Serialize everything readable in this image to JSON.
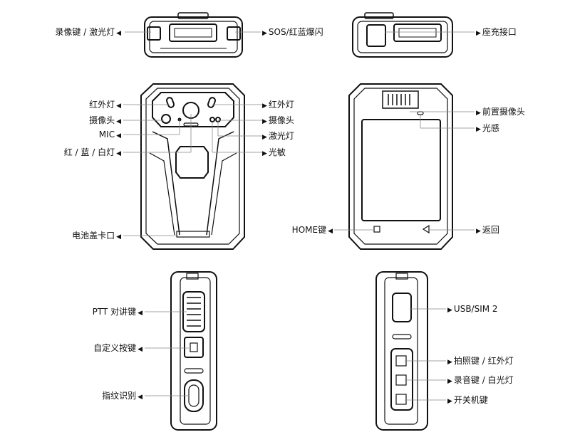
{
  "top_view": {
    "left": "录像键 / 激光灯",
    "right": "SOS/红蓝爆闪"
  },
  "top_view_back": {
    "right": "座充接口"
  },
  "front_view": {
    "left": [
      "红外灯",
      "摄像头",
      "MIC",
      "红 / 蓝 / 白灯",
      "电池盖卡口"
    ],
    "right": [
      "红外灯",
      "摄像头",
      "激光灯",
      "光敏"
    ]
  },
  "back_view": {
    "right": [
      "前置摄像头",
      "光感",
      "返回"
    ],
    "left": [
      "HOME键"
    ]
  },
  "left_side": {
    "labels": [
      "PTT 对讲键",
      "自定义按键",
      "指纹识别"
    ]
  },
  "right_side": {
    "labels": [
      "USB/SIM 2",
      "拍照键 / 红外灯",
      "录音键 / 白光灯",
      "开关机键"
    ]
  },
  "icons": {
    "arrow_left": "◀",
    "arrow_right": "▶"
  }
}
